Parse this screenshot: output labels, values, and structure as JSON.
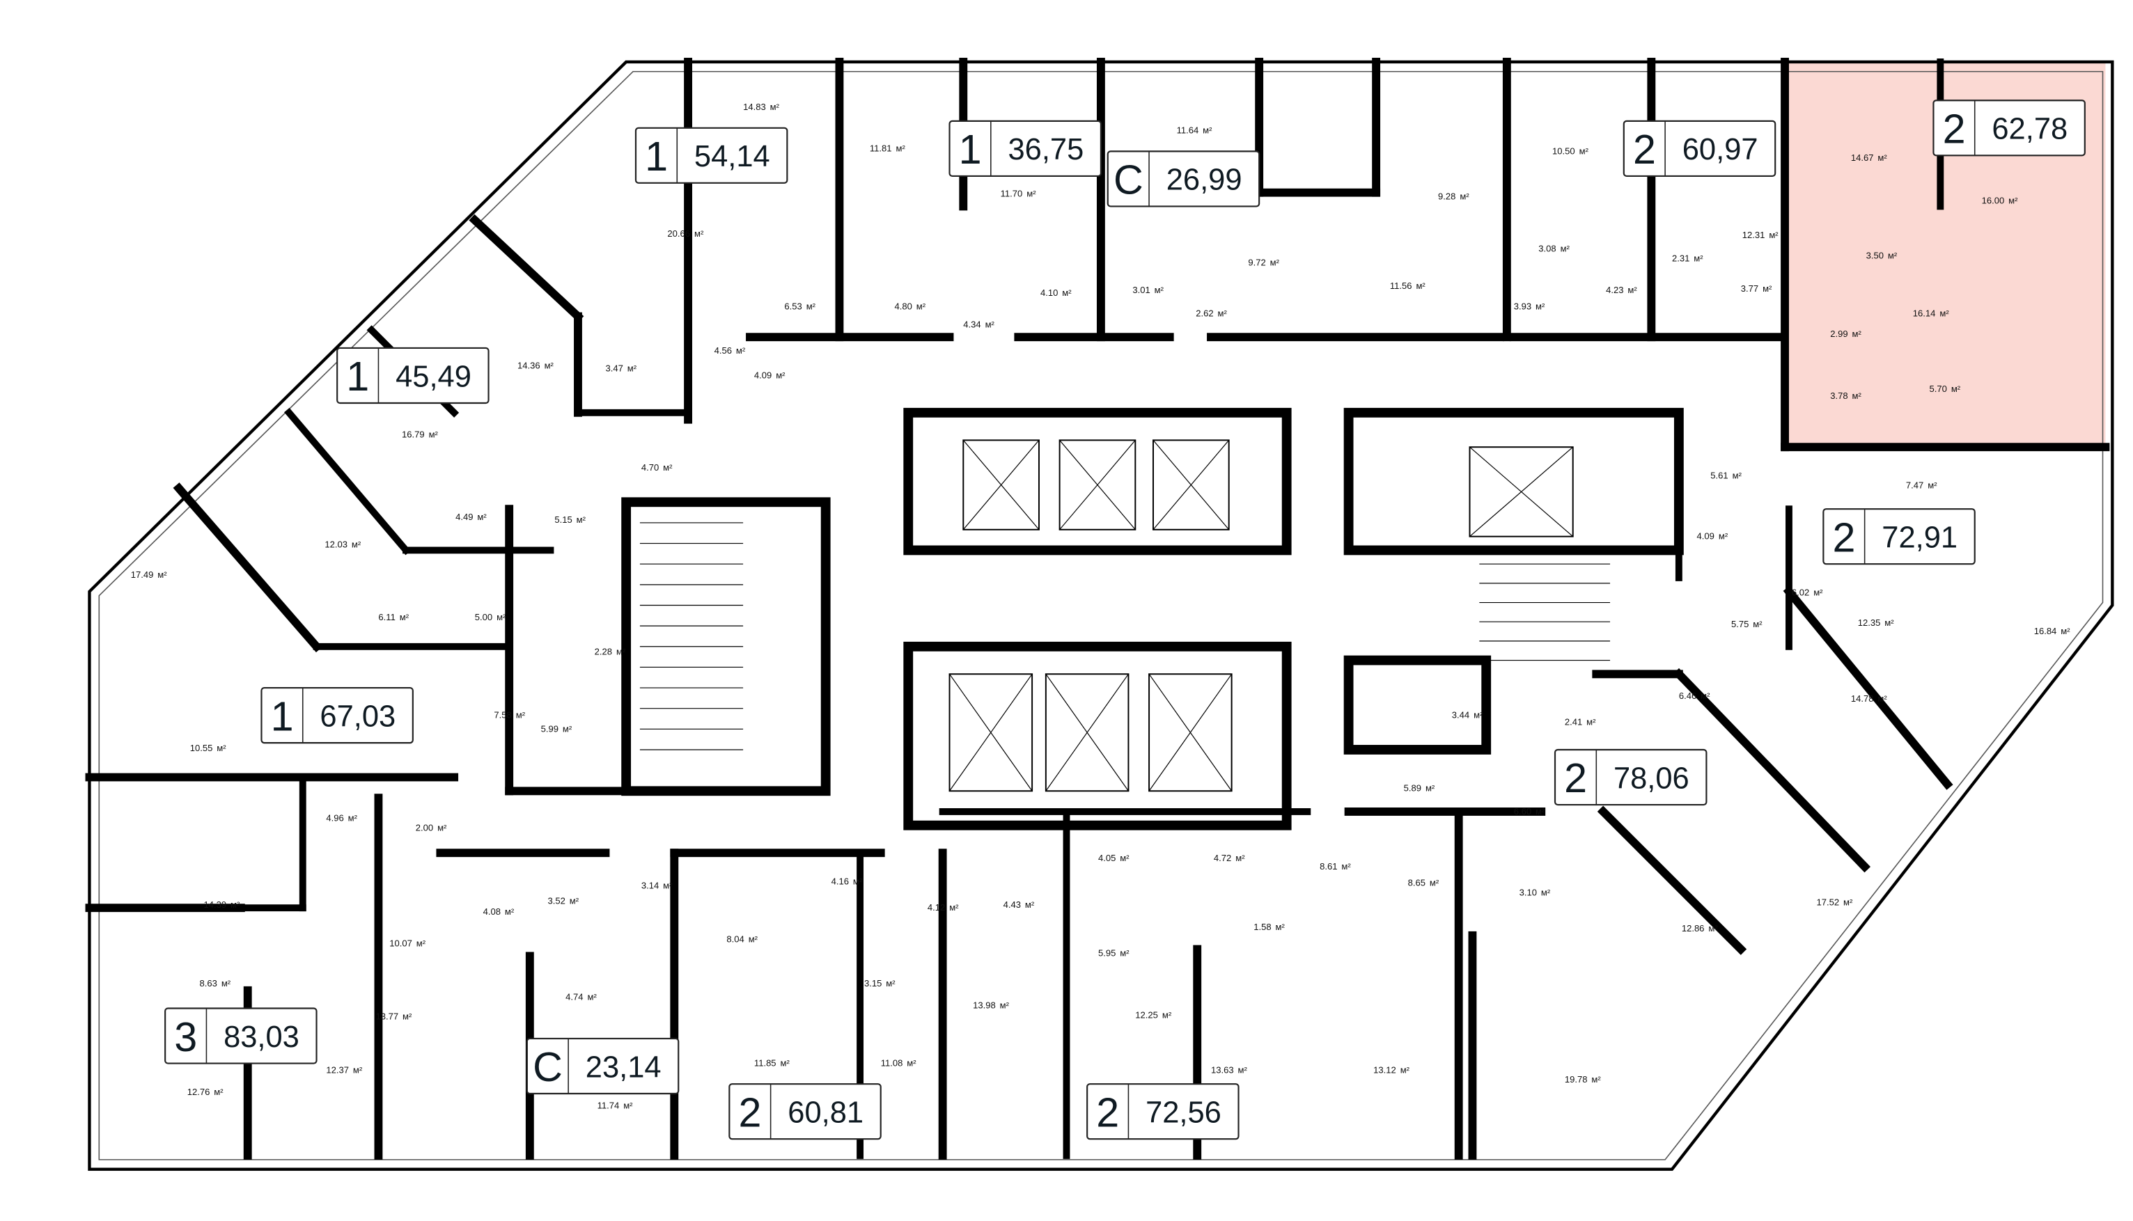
{
  "plan": {
    "area_unit": "м²",
    "highlight_color": "#fbd9d3",
    "apartments": [
      {
        "rooms": "1",
        "area": "54,14"
      },
      {
        "rooms": "1",
        "area": "36,75"
      },
      {
        "rooms": "C",
        "area": "26,99"
      },
      {
        "rooms": "2",
        "area": "60,97"
      },
      {
        "rooms": "2",
        "area": "62,78",
        "highlighted": true
      },
      {
        "rooms": "1",
        "area": "45,49"
      },
      {
        "rooms": "2",
        "area": "72,91"
      },
      {
        "rooms": "1",
        "area": "67,03"
      },
      {
        "rooms": "2",
        "area": "78,06"
      },
      {
        "rooms": "3",
        "area": "83,03"
      },
      {
        "rooms": "C",
        "area": "23,14"
      },
      {
        "rooms": "2",
        "area": "60,81"
      },
      {
        "rooms": "2",
        "area": "72,56"
      }
    ],
    "room_areas": [
      "14.83",
      "11.81",
      "11.64",
      "20.66",
      "11.70",
      "10.50",
      "14.67",
      "16.00",
      "12.31",
      "9.28",
      "6.53",
      "4.80",
      "9.72",
      "4.10",
      "3.01",
      "11.56",
      "3.08",
      "2.31",
      "3.50",
      "3.77",
      "4.23",
      "3.93",
      "16.14",
      "2.99",
      "4.34",
      "2.62",
      "4.56",
      "4.09",
      "3.47",
      "14.36",
      "3.78",
      "5.70",
      "16.79",
      "4.70",
      "7.47",
      "5.61",
      "4.49",
      "5.15",
      "12.03",
      "17.49",
      "6.11",
      "5.00",
      "4.09",
      "6.02",
      "2.28",
      "12.35",
      "16.84",
      "5.75",
      "7.58",
      "5.99",
      "3.44",
      "2.41",
      "6.46",
      "14.78",
      "10.55",
      "4.96",
      "2.00",
      "5.89",
      "6.60",
      "14.39",
      "3.14",
      "4.08",
      "3.52",
      "4.16",
      "4.12",
      "4.43",
      "4.05",
      "4.72",
      "8.61",
      "8.65",
      "3.10",
      "8.04",
      "10.07",
      "17.52",
      "12.86",
      "4.74",
      "1.58",
      "5.95",
      "3.15",
      "8.63",
      "13.77",
      "12.37",
      "12.76",
      "11.85",
      "11.08",
      "13.98",
      "12.25",
      "13.63",
      "13.12",
      "19.78",
      "11.74"
    ]
  }
}
